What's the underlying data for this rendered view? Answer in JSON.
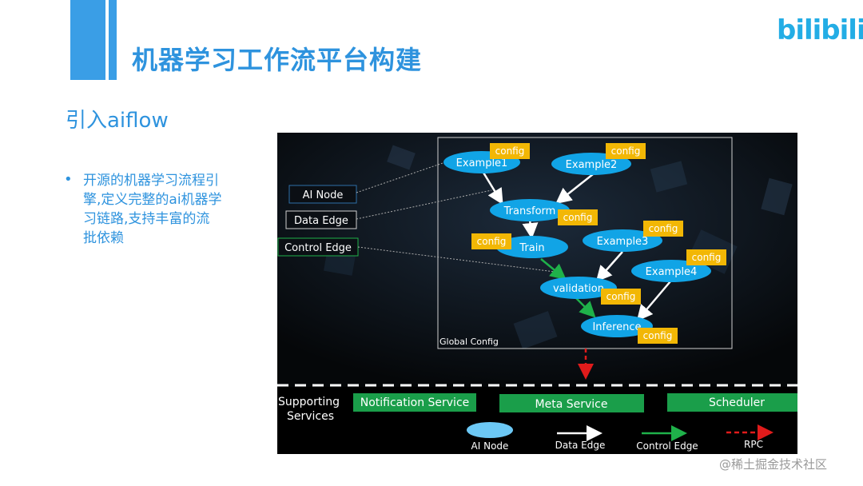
{
  "slide": {
    "title": "机器学习工作流平台构建",
    "logo": "bilibili",
    "subtitle": "引入aiflow",
    "bullet": "开源的机器学习流程引擎,定义完整的ai机器学习链路,支持丰富的流批依赖",
    "watermark": "@稀土掘金技术社区"
  },
  "diagram": {
    "global_config": "Global Config",
    "legend_left": [
      "AI Node",
      "Data Edge",
      "Control Edge"
    ],
    "nodes": [
      "Example1",
      "Example2",
      "Transform",
      "Train",
      "Example3",
      "validation",
      "Example4",
      "Inference"
    ],
    "config_label": "config",
    "supporting_services": "Supporting Services",
    "services": [
      "Notification Service",
      "Meta Service",
      "Scheduler"
    ],
    "legend_bottom": [
      "AI Node",
      "Data Edge",
      "Control Edge",
      "RPC"
    ],
    "colors": {
      "node": "#11a4e6",
      "config": "#f2b705",
      "control_edge": "#1fb14a",
      "service": "#1a9e4a",
      "rpc": "#e01b1b"
    }
  }
}
